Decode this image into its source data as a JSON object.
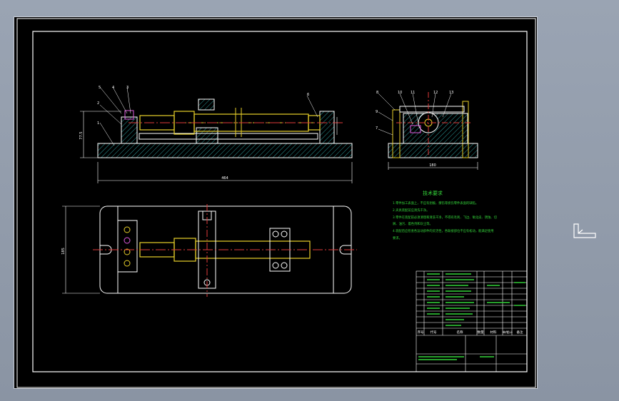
{
  "drawing": {
    "tech_title": "技术要求",
    "tech_lines": [
      "1.零件加工表面上，不应有划痕、擦伤等损伤零件表面的缺陷。",
      "2.夹具装配前应清洗干净。",
      "3.零件在装配前必须清理和清洗干净，不得有毛刺、飞边、氧化皮、锈蚀、切",
      "屑、油污、着色剂和灰尘等。",
      "4.装配后应检查各运动部件的灵活性，各联接部位不应有松动，能满足使用",
      "要求。"
    ],
    "dims": {
      "front_width": "464",
      "front_height": "77.5",
      "side_width": "180",
      "plan_height": "185"
    },
    "balloons_front": [
      "5",
      "4",
      "3",
      "2",
      "1",
      "6"
    ],
    "balloons_side": [
      "8",
      "10",
      "11",
      "12",
      "13",
      "7",
      "9"
    ],
    "title_block_header": [
      "序号",
      "代号",
      "名称",
      "数量",
      "材料",
      "单件",
      "总计",
      "备注"
    ],
    "colors": {
      "outline": "#ffffff",
      "hatch": "#2a9a9a",
      "part": "#e8d02a",
      "center": "#e03a3a",
      "text": "#34d63a",
      "frame": "#ffffff"
    }
  }
}
